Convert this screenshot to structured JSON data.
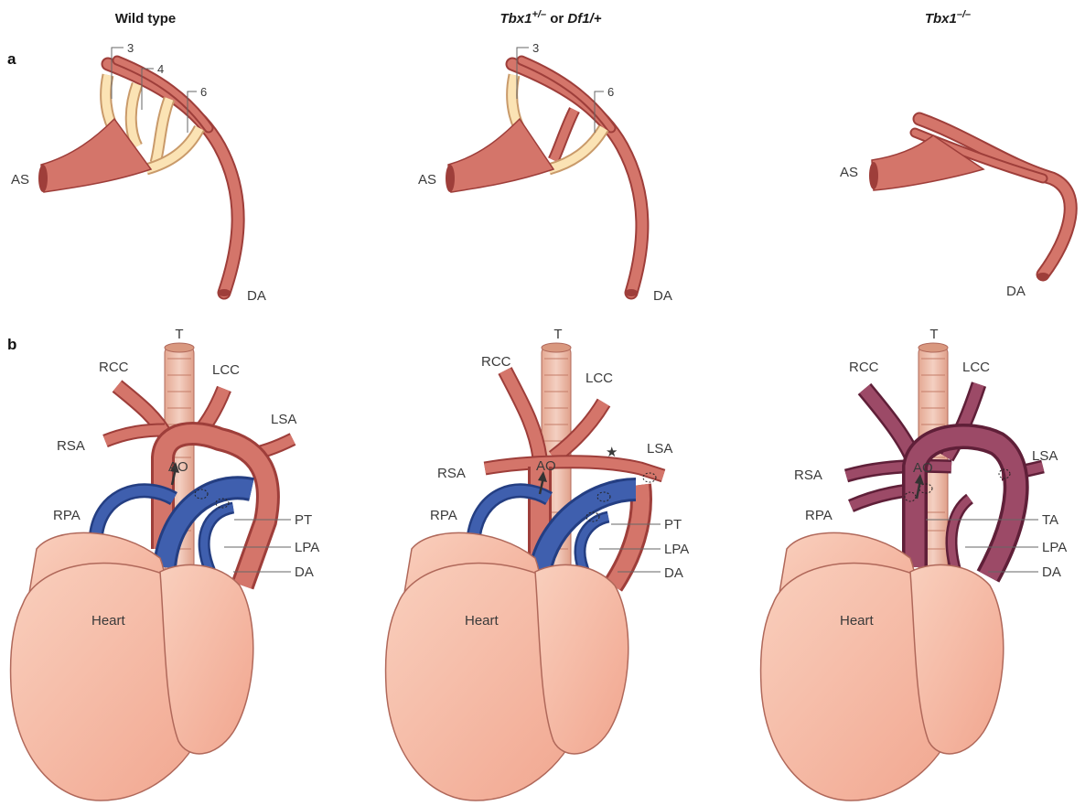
{
  "columns": {
    "wild_type": "Wild type",
    "het": {
      "gene1": "Tbx1",
      "sup1": "+/–",
      "or": " or ",
      "gene2": "Df1",
      "tail": "/+"
    },
    "null": {
      "gene": "Tbx1",
      "sup": "–/–"
    }
  },
  "panels": {
    "a": "a",
    "b": "b"
  },
  "labels": {
    "arch3": "3",
    "arch4": "4",
    "arch6": "6",
    "AS": "AS",
    "DA": "DA",
    "T": "T",
    "RCC": "RCC",
    "LCC": "LCC",
    "LSA": "LSA",
    "RSA": "RSA",
    "AO": "AO",
    "RPA": "RPA",
    "PT": "PT",
    "LPA": "LPA",
    "TA": "TA",
    "heart": "Heart",
    "asterisk": "★"
  },
  "colors": {
    "artery": "#d4756a",
    "artery_dark": "#9e3e3a",
    "artery_light": "#eaa89e",
    "arch_pale": "#fbe3b4",
    "vein": "#3f5fae",
    "vein_dark": "#243e82",
    "heart": "#f5b6a0",
    "heart_dark": "#b0685a",
    "trachea": "#eab8a4",
    "tbx_vessel": "#9c4a67",
    "tbx_dark": "#5f1f38"
  }
}
